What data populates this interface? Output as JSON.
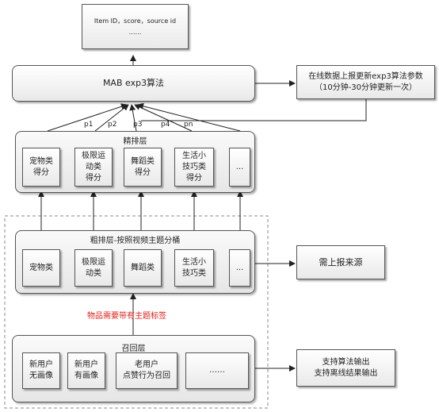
{
  "output": {
    "line1": "Item ID，score，source id",
    "line2": "……"
  },
  "mab": "MAB exp3算法",
  "online_update": {
    "line1": "在线数据上报更新exp3算法参数",
    "line2": "（10分钟-30分钟更新一次）"
  },
  "p_labels": [
    "p1",
    "p2",
    "p3",
    "p4",
    "pn"
  ],
  "rank_layer": {
    "title": "精排层",
    "items": [
      {
        "line1": "宠物类",
        "line2": "得分",
        "line3": ""
      },
      {
        "line1": "极限运",
        "line2": "动类",
        "line3": "得分"
      },
      {
        "line1": "舞蹈类",
        "line2": "得分",
        "line3": ""
      },
      {
        "line1": "生活小",
        "line2": "技巧类",
        "line3": "得分"
      },
      {
        "line1": "...",
        "line2": "",
        "line3": ""
      }
    ]
  },
  "coarse_layer": {
    "title": "粗排层-按照视频主题分桶",
    "items": [
      {
        "line1": "宠物类",
        "line2": ""
      },
      {
        "line1": "极限运",
        "line2": "动类"
      },
      {
        "line1": "舞蹈类",
        "line2": ""
      },
      {
        "line1": "生活小",
        "line2": "技巧类"
      },
      {
        "line1": "...",
        "line2": ""
      }
    ]
  },
  "report_source": "需上报来源",
  "topic_tag_note": "物品需要带有主题标签",
  "recall_layer": {
    "title": "召回层",
    "items": [
      {
        "line1": "新用户",
        "line2": "无画像"
      },
      {
        "line1": "新用户",
        "line2": "有画像"
      },
      {
        "line1": "老用户",
        "line2": "点赞行为召回"
      },
      {
        "line1": "……",
        "line2": ""
      }
    ]
  },
  "recall_support": {
    "line1": "支持算法输出",
    "line2": "支持离线结果输出"
  },
  "colors": {
    "note_red": "#e0201a",
    "line": "#222222",
    "dashed_border": "#888888"
  }
}
